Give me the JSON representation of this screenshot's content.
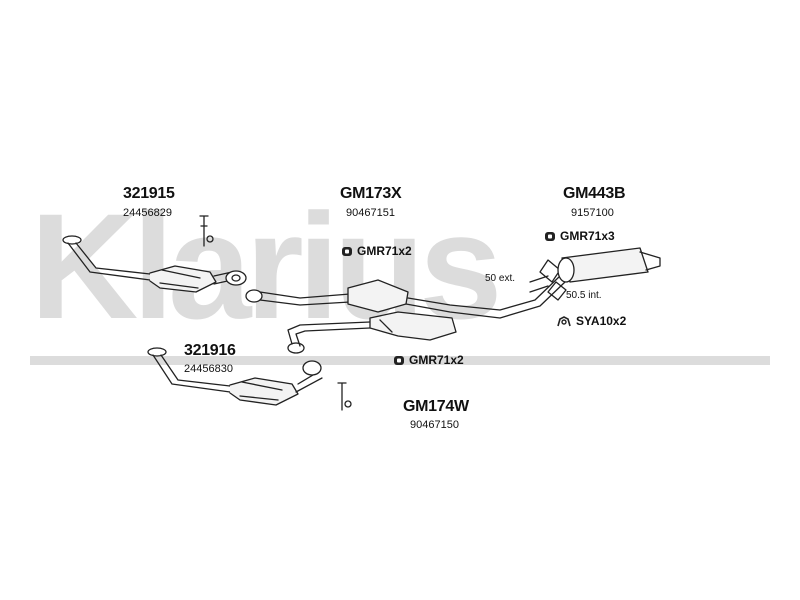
{
  "watermark": {
    "text": "Klarius",
    "color": "#dcdcdc"
  },
  "groups": [
    {
      "id": "front-pipe-1",
      "code": "321915",
      "number": "24456829"
    },
    {
      "id": "front-pipe-2",
      "code": "321916",
      "number": "24456830"
    },
    {
      "id": "centre-section",
      "code": "GM173X",
      "number": "90467151"
    },
    {
      "id": "rear-section",
      "code": "GM443B",
      "number": "9157100"
    },
    {
      "id": "middle-section",
      "code": "GM174W",
      "number": "90467150"
    }
  ],
  "fittings": [
    {
      "id": "gmr-centre",
      "label": "GMR71x2",
      "icon": "rubber-mount-icon"
    },
    {
      "id": "gmr-rear",
      "label": "GMR71x3",
      "icon": "rubber-mount-icon"
    },
    {
      "id": "sya-rear",
      "label": "SYA10x2",
      "icon": "clamp-icon"
    },
    {
      "id": "gmr-middle",
      "label": "GMR71x2",
      "icon": "rubber-mount-icon"
    }
  ],
  "measurements": {
    "external": "50 ext.",
    "internal": "50.5 int."
  },
  "colors": {
    "line": "#222222",
    "watermark": "#dcdcdc"
  }
}
